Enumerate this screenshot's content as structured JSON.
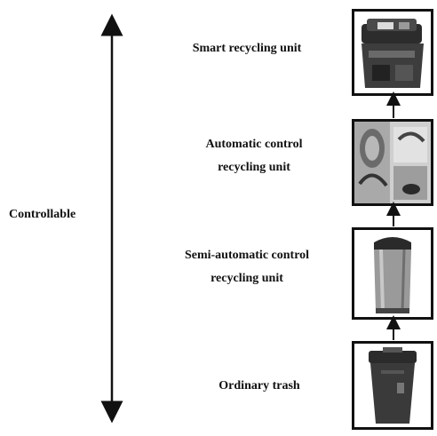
{
  "axis": {
    "label": "Controllable"
  },
  "stages": [
    {
      "id": "smart",
      "lines": [
        "Smart recycling unit"
      ],
      "icon": "smart-bin-icon"
    },
    {
      "id": "automatic",
      "lines": [
        "Automatic control",
        "recycling unit"
      ],
      "icon": "automatic-bin-photo"
    },
    {
      "id": "semi",
      "lines": [
        "Semi-automatic control",
        "recycling unit"
      ],
      "icon": "semi-automatic-bin-icon"
    },
    {
      "id": "ordinary",
      "lines": [
        "Ordinary trash"
      ],
      "icon": "ordinary-trash-icon"
    }
  ],
  "colors": {
    "ink": "#111111",
    "steel": "#8a8a8a",
    "dark_bin": "#3a3a3a"
  }
}
